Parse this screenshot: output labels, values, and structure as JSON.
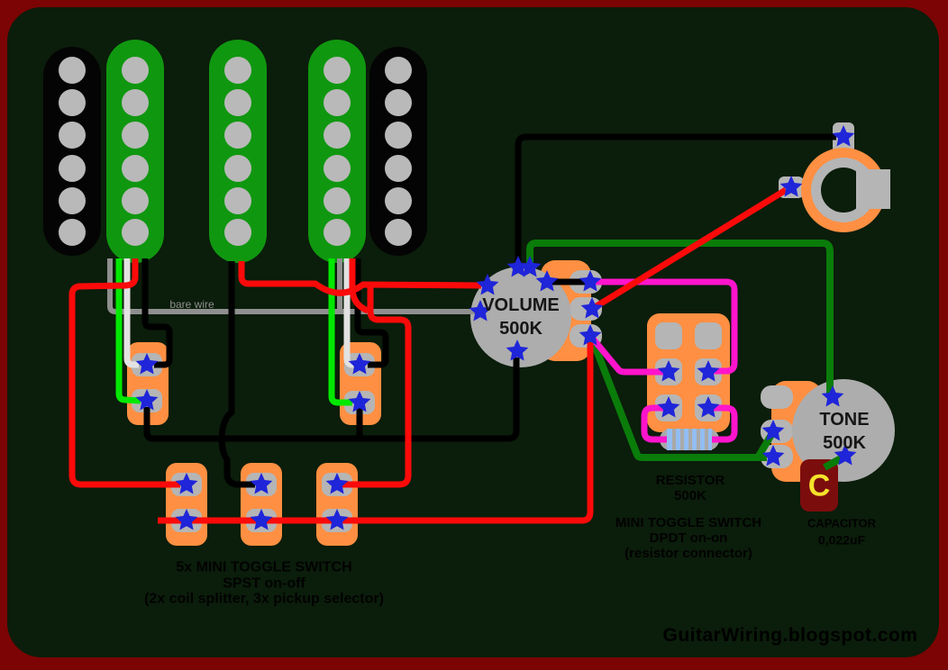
{
  "diagram": {
    "bare_wire_label": "bare wire",
    "volume_pot": {
      "name": "VOLUME",
      "value": "500K"
    },
    "tone_pot": {
      "name": "TONE",
      "value": "500K"
    },
    "resistor": {
      "name": "RESISTOR",
      "value": "500K"
    },
    "capacitor": {
      "symbol": "C",
      "name": "CAPACITOR",
      "value": "0,022uF"
    },
    "dpdt_note": {
      "line1": "MINI TOGGLE SWITCH",
      "line2": "DPDT on-on",
      "line3": "(resistor connector)"
    },
    "selector_note": {
      "line1": "5x MINI TOGGLE SWITCH",
      "line2": "SPST on-off",
      "line3": "(2x coil splitter, 3x pickup selector)"
    },
    "watermark": "GuitarWiring.blogspot.com"
  },
  "palette": {
    "frame": "#7c0404",
    "bg": "#0b1d0b",
    "coil_green": "#109710",
    "coil_black": "#040404",
    "pole": "#b9b9b9",
    "orange": "#ff8f42",
    "pad": "#b5b5b5",
    "pot": "#adadad",
    "star": "#1f25d8",
    "wire_red": "#fb0a0a",
    "wire_black": "#000000",
    "wire_white": "#e2e2e2",
    "wire_green": "#00e800",
    "wire_dkgreen": "#0a7c0a",
    "wire_bare": "#8f8f8f",
    "wire_magenta": "#ff14cc",
    "cap_body": "#7c0d0d",
    "cap_letter": "#f5e32a",
    "resistor_body": "#93bdf2",
    "resistor_stripe": "#a9a9a9",
    "text_dark": "#020202",
    "text_bare": "#8f8f8f"
  }
}
